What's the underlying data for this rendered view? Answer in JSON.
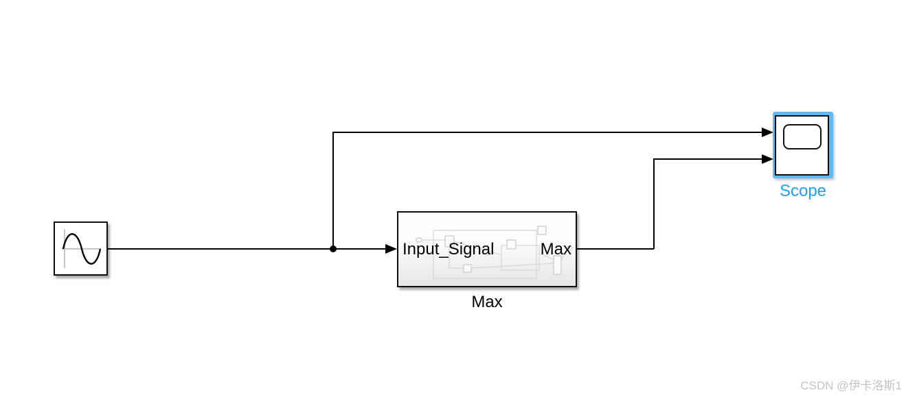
{
  "diagram": {
    "type": "simulink-block-diagram",
    "blocks": {
      "sine_source": {
        "icon": "sine-wave-icon"
      },
      "max_subsystem": {
        "input_port_label": "Input_Signal",
        "output_port_label": "Max",
        "block_label": "Max"
      },
      "scope": {
        "block_label": "Scope",
        "selected": true,
        "input_ports": 2
      }
    },
    "connections": [
      {
        "from": "sine_source",
        "to": "max_subsystem.Input_Signal",
        "branch": true
      },
      {
        "from": "sine_source_branch",
        "to": "scope.input1"
      },
      {
        "from": "max_subsystem.Max",
        "to": "scope.input2"
      }
    ],
    "colors": {
      "selection_highlight": "#62baf5",
      "selected_label_blue": "#21a0f2",
      "wire": "#000000",
      "watermark": "#c3c3c3"
    }
  },
  "watermark": {
    "text": "CSDN @伊卡洛斯1"
  }
}
